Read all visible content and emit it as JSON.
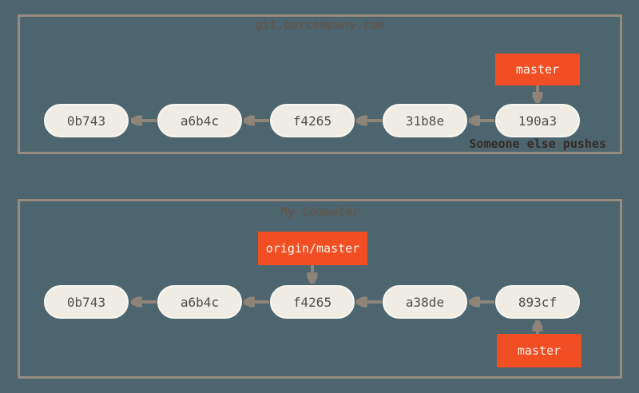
{
  "colors": {
    "background": "#4d656e",
    "panel_border": "#978b7f",
    "commit_fill": "#efede3",
    "commit_text": "#514f48",
    "branch_label_bg": "#f14e24",
    "branch_label_text": "#f8f6ec",
    "arrow": "#8e8478",
    "panel_title_text": "#5f574e",
    "annotation_text": "#342c25"
  },
  "panels": [
    {
      "title": "git.ourcompany.com",
      "annotation": "Someone else pushes",
      "commits": [
        "0b743",
        "a6b4c",
        "f4265",
        "31b8e",
        "190a3"
      ],
      "edges": [
        [
          "a6b4c",
          "0b743"
        ],
        [
          "f4265",
          "a6b4c"
        ],
        [
          "31b8e",
          "f4265"
        ],
        [
          "190a3",
          "31b8e"
        ]
      ],
      "branches": [
        {
          "label": "master",
          "attached_to": "190a3",
          "position": "above"
        }
      ]
    },
    {
      "title": "My Computer",
      "annotation": "",
      "commits": [
        "0b743",
        "a6b4c",
        "f4265",
        "a38de",
        "893cf"
      ],
      "edges": [
        [
          "a6b4c",
          "0b743"
        ],
        [
          "f4265",
          "a6b4c"
        ],
        [
          "a38de",
          "f4265"
        ],
        [
          "893cf",
          "a38de"
        ]
      ],
      "branches": [
        {
          "label": "origin/master",
          "attached_to": "f4265",
          "position": "above"
        },
        {
          "label": "master",
          "attached_to": "893cf",
          "position": "below"
        }
      ]
    }
  ]
}
